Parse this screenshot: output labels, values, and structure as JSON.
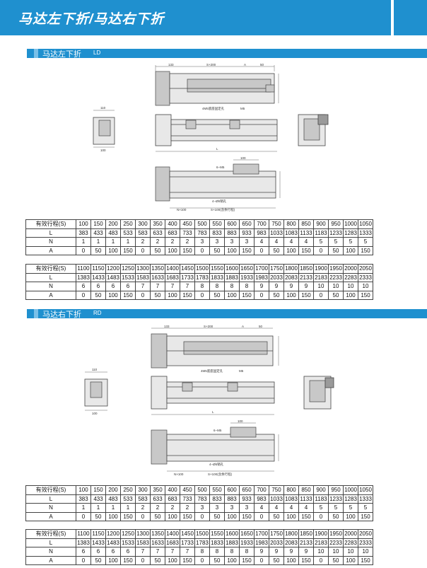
{
  "header": {
    "title": "马达左下折/马达右下折"
  },
  "sections": [
    {
      "title": "马达左下折",
      "code": "LD",
      "dims": {
        "d133": "133",
        "d_s200": "S+200",
        "d_a": "A",
        "d_50": "50",
        "d_mount_hole": "M5",
        "d_mount_label": "4M5底座固定孔",
        "d_110": "110",
        "d_100": "100",
        "d_l": "L",
        "d_6m5": "6−M5",
        "d_100b": "100",
        "d_holes": "4−Ø5销孔",
        "d_nx100": "N×100",
        "d_s100": "S+100(含余行程)"
      },
      "table1": {
        "rows": [
          [
            "有效行程(S)",
            "100",
            "150",
            "200",
            "250",
            "300",
            "350",
            "400",
            "450",
            "500",
            "550",
            "600",
            "650",
            "700",
            "750",
            "800",
            "850",
            "900",
            "950",
            "1000",
            "1050"
          ],
          [
            "L",
            "383",
            "433",
            "483",
            "533",
            "583",
            "633",
            "683",
            "733",
            "783",
            "833",
            "883",
            "933",
            "983",
            "1033",
            "1083",
            "1133",
            "1183",
            "1233",
            "1283",
            "1333"
          ],
          [
            "N",
            "1",
            "1",
            "1",
            "1",
            "2",
            "2",
            "2",
            "2",
            "3",
            "3",
            "3",
            "3",
            "4",
            "4",
            "4",
            "4",
            "5",
            "5",
            "5",
            "5"
          ],
          [
            "A",
            "0",
            "50",
            "100",
            "150",
            "0",
            "50",
            "100",
            "150",
            "0",
            "50",
            "100",
            "150",
            "0",
            "50",
            "100",
            "150",
            "0",
            "50",
            "100",
            "150"
          ]
        ]
      },
      "table2": {
        "rows": [
          [
            "有效行程(S)",
            "1100",
            "1150",
            "1200",
            "1250",
            "1300",
            "1350",
            "1400",
            "1450",
            "1500",
            "1550",
            "1600",
            "1650",
            "1700",
            "1750",
            "1800",
            "1850",
            "1900",
            "1950",
            "2000",
            "2050"
          ],
          [
            "L",
            "1383",
            "1433",
            "1483",
            "1533",
            "1583",
            "1633",
            "1683",
            "1733",
            "1783",
            "1833",
            "1883",
            "1933",
            "1983",
            "2033",
            "2083",
            "2133",
            "2183",
            "2233",
            "2283",
            "2333"
          ],
          [
            "N",
            "6",
            "6",
            "6",
            "6",
            "7",
            "7",
            "7",
            "7",
            "8",
            "8",
            "8",
            "8",
            "9",
            "9",
            "9",
            "9",
            "10",
            "10",
            "10",
            "10"
          ],
          [
            "A",
            "0",
            "50",
            "100",
            "150",
            "0",
            "50",
            "100",
            "150",
            "0",
            "50",
            "100",
            "150",
            "0",
            "50",
            "100",
            "150",
            "0",
            "50",
            "100",
            "150"
          ]
        ]
      }
    },
    {
      "title": "马达右下折",
      "code": "RD",
      "dims": {
        "d133": "133",
        "d_s200": "S+200",
        "d_a": "A",
        "d_50": "50",
        "d_mount_hole": "M5",
        "d_mount_label": "4M5底座固定孔",
        "d_110": "110",
        "d_100": "100",
        "d_l": "L",
        "d_6m5": "6−M5",
        "d_100b": "100",
        "d_holes": "4−Ø5销孔",
        "d_nx100": "N×100",
        "d_s100": "S+100(含余行程)"
      },
      "table1": {
        "rows": [
          [
            "有效行程(S)",
            "100",
            "150",
            "200",
            "250",
            "300",
            "350",
            "400",
            "450",
            "500",
            "550",
            "600",
            "650",
            "700",
            "750",
            "800",
            "850",
            "900",
            "950",
            "1000",
            "1050"
          ],
          [
            "L",
            "383",
            "433",
            "483",
            "533",
            "583",
            "633",
            "683",
            "733",
            "783",
            "833",
            "883",
            "933",
            "983",
            "1033",
            "1083",
            "1133",
            "1183",
            "1233",
            "1283",
            "1333"
          ],
          [
            "N",
            "1",
            "1",
            "1",
            "1",
            "2",
            "2",
            "2",
            "2",
            "3",
            "3",
            "3",
            "3",
            "4",
            "4",
            "4",
            "4",
            "5",
            "5",
            "5",
            "5"
          ],
          [
            "A",
            "0",
            "50",
            "100",
            "150",
            "0",
            "50",
            "100",
            "150",
            "0",
            "50",
            "100",
            "150",
            "0",
            "50",
            "100",
            "150",
            "0",
            "50",
            "100",
            "150"
          ]
        ]
      },
      "table2": {
        "rows": [
          [
            "有效行程(S)",
            "1100",
            "1150",
            "1200",
            "1250",
            "1300",
            "1350",
            "1400",
            "1450",
            "1500",
            "1550",
            "1600",
            "1650",
            "1700",
            "1750",
            "1800",
            "1850",
            "1900",
            "1950",
            "2000",
            "2050"
          ],
          [
            "L",
            "1383",
            "1433",
            "1483",
            "1533",
            "1583",
            "1633",
            "1683",
            "1733",
            "1783",
            "1833",
            "1883",
            "1933",
            "1983",
            "2033",
            "2083",
            "2133",
            "2183",
            "2233",
            "2283",
            "2333"
          ],
          [
            "N",
            "6",
            "6",
            "6",
            "6",
            "7",
            "7",
            "7",
            "7",
            "8",
            "8",
            "8",
            "8",
            "9",
            "9",
            "9",
            "9",
            "10",
            "10",
            "10",
            "10"
          ],
          [
            "A",
            "0",
            "50",
            "100",
            "150",
            "0",
            "50",
            "100",
            "150",
            "0",
            "50",
            "100",
            "150",
            "0",
            "50",
            "100",
            "150",
            "0",
            "50",
            "100",
            "150"
          ]
        ]
      }
    }
  ]
}
